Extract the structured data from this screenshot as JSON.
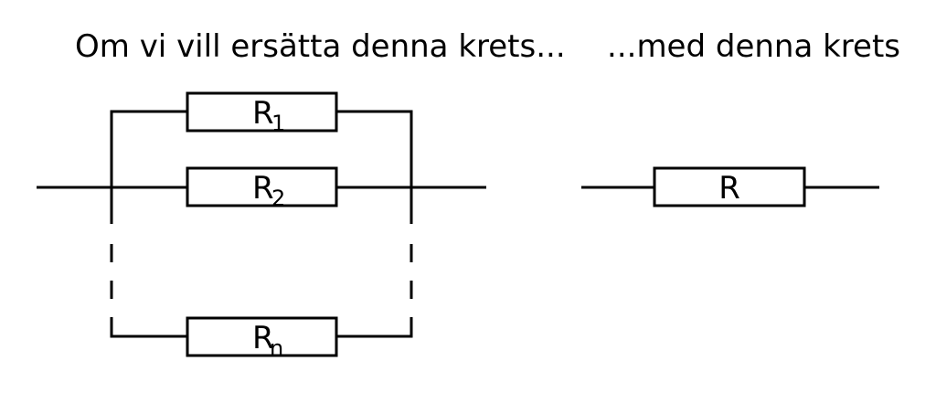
{
  "heading_left": "Om vi vill ersätta denna krets...",
  "heading_right": "...med denna krets",
  "left_circuit": {
    "resistors": [
      {
        "symbol": "R",
        "subscript": "1"
      },
      {
        "symbol": "R",
        "subscript": "2"
      },
      {
        "symbol": "R",
        "subscript": "n"
      }
    ]
  },
  "right_circuit": {
    "resistor": {
      "symbol": "R"
    }
  }
}
